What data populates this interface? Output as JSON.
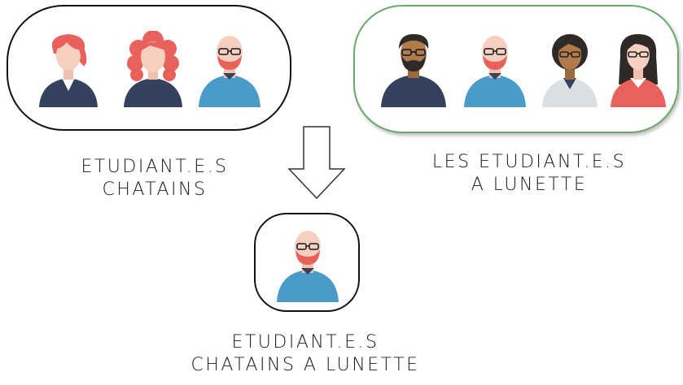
{
  "groups": {
    "brown_haired": {
      "caption_line1": "ETUDIANT.E.S",
      "caption_line2": "CHATAINS"
    },
    "glasses": {
      "caption_line1": "LES ETUDIANT.E.S",
      "caption_line2": "A LUNETTE"
    },
    "intersection": {
      "caption_line1": "ETUDIANT.E.S",
      "caption_line2": "CHATAINS A LUNETTE"
    }
  },
  "icons": {
    "woman_short_red_hair": "woman-avatar-icon",
    "woman_curly_red_hair": "woman-avatar-icon",
    "bald_man_glasses": "man-avatar-icon",
    "bearded_man_glasses": "man-avatar-icon",
    "woman_glasses": "woman-avatar-icon",
    "woman_black_hair_glasses": "woman-avatar-icon",
    "arrow": "down-arrow-icon"
  },
  "colors": {
    "right_box_border": "#6aa86a",
    "red_hair": "#e8615a",
    "skin_light": "#f6cfc0",
    "skin_dark": "#b07a4a",
    "shirt_blue": "#4a9bc8",
    "shirt_navy": "#34425e"
  }
}
